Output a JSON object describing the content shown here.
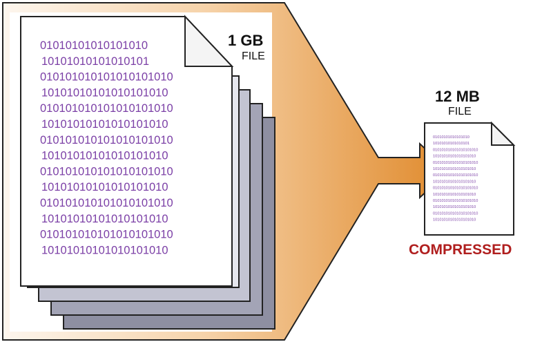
{
  "original_file": {
    "size": "1 GB",
    "unit": "FILE",
    "binary_lines": [
      "01010101010101010",
      "10101010101010101",
      "010101010101010101010",
      "10101010101010101010",
      "010101010101010101010",
      "10101010101010101010",
      "010101010101010101010",
      "10101010101010101010",
      "010101010101010101010",
      "10101010101010101010",
      "010101010101010101010",
      "10101010101010101010",
      "010101010101010101010",
      "10101010101010101010"
    ]
  },
  "compressed_file": {
    "size": "12 MB",
    "unit": "FILE",
    "status": "COMPRESSED"
  },
  "colors": {
    "binary_text": "#7b3fa6",
    "status": "#b01e1e",
    "arrow_light": "#fbeee0",
    "arrow_dark": "#e08a2c",
    "page_back_1": "#dcdde6",
    "page_back_2": "#b9bac8",
    "page_back_3": "#9fa0b2",
    "page_back_4": "#8e8fa2"
  }
}
